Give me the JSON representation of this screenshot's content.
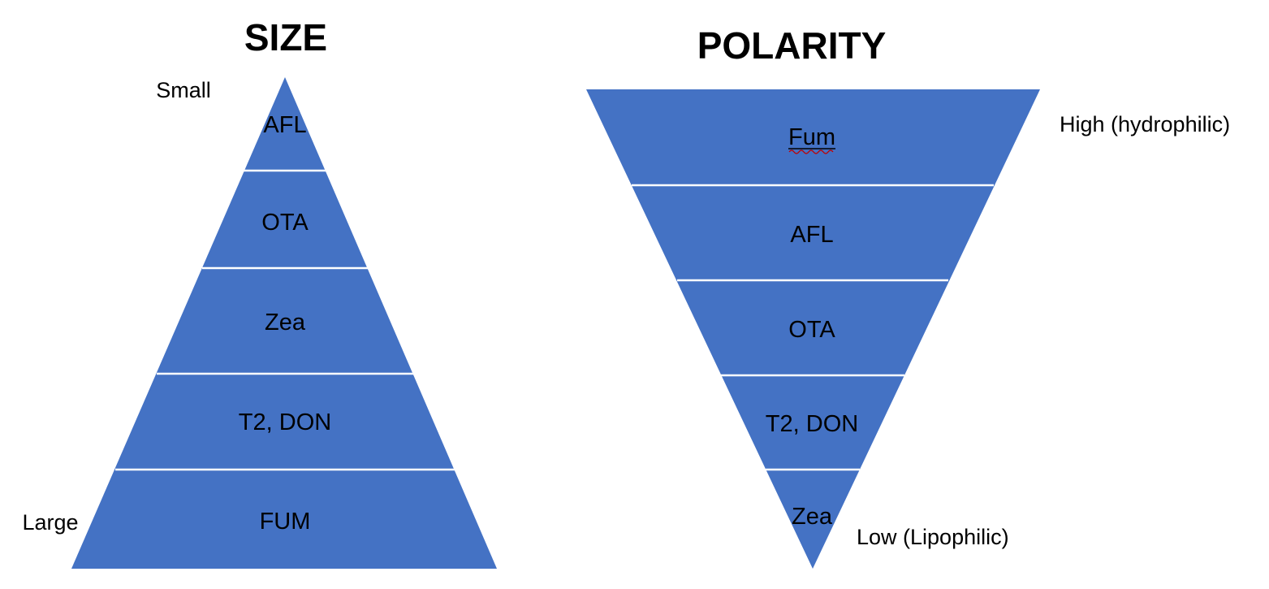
{
  "colors": {
    "pyramid_fill": "#4472C4",
    "divider": "#FFFFFF",
    "text": "#000000",
    "squiggle": "#C00000"
  },
  "size_pyramid": {
    "title": "SIZE",
    "top_label": "Small",
    "bottom_label": "Large",
    "segments": [
      "AFL",
      "OTA",
      "Zea",
      "T2, DON",
      "FUM"
    ]
  },
  "polarity_pyramid": {
    "title": "POLARITY",
    "top_label": "High (hydrophilic)",
    "bottom_label": "Low (Lipophilic)",
    "segments": [
      "Fum",
      "AFL",
      "OTA",
      "T2, DON",
      "Zea"
    ]
  }
}
